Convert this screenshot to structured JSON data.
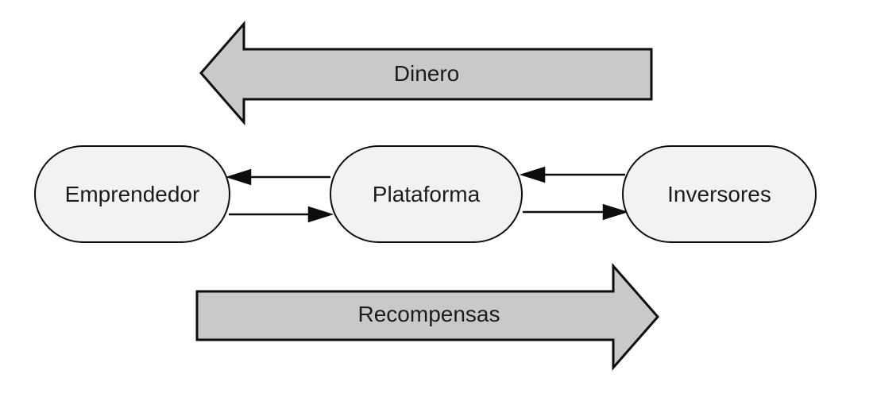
{
  "diagram": {
    "type": "flow-diagram",
    "flows": {
      "top": {
        "label": "Dinero",
        "direction": "left"
      },
      "bottom": {
        "label": "Recompensas",
        "direction": "right"
      }
    },
    "nodes": [
      {
        "id": "emprendedor",
        "label": "Emprendedor"
      },
      {
        "id": "plataforma",
        "label": "Plataforma"
      },
      {
        "id": "inversores",
        "label": "Inversores"
      }
    ],
    "connectors": [
      {
        "from": "plataforma",
        "to": "emprendedor",
        "direction": "left"
      },
      {
        "from": "emprendedor",
        "to": "plataforma",
        "direction": "right"
      },
      {
        "from": "inversores",
        "to": "plataforma",
        "direction": "left"
      },
      {
        "from": "plataforma",
        "to": "inversores",
        "direction": "right"
      }
    ],
    "colors": {
      "background": "#ffffff",
      "big_arrow_fill": "#c9c9c9",
      "node_fill": "#f2f2f2",
      "stroke": "#0d0d0d",
      "text": "#1c1c1c"
    }
  }
}
